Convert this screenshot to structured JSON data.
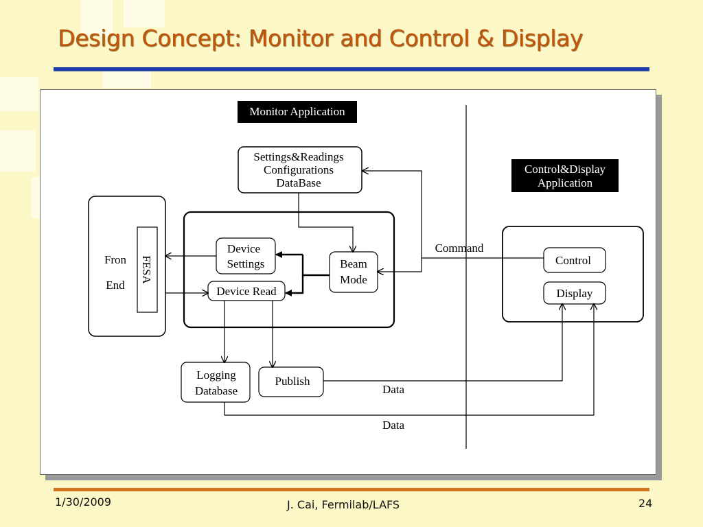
{
  "slide": {
    "title": "Design Concept: Monitor and Control & Display",
    "footer_date": "1/30/2009",
    "footer_author": "J. Cai, Fermilab/LAFS",
    "page_number": "24",
    "colors": {
      "background": "#fbf7c6",
      "title": "#c0560d",
      "top_rule": "#1f3ea8",
      "bottom_rule": "#d2731f"
    }
  },
  "diagram": {
    "monitor_application_label": "Monitor Application",
    "control_display_application_label": [
      "Control&Display",
      "Application"
    ],
    "settings_db": [
      "Settings&Readings",
      "Configurations",
      "DataBase"
    ],
    "front_end": [
      "Fron",
      "End"
    ],
    "fesa": "FESA",
    "device_settings": [
      "Device",
      "Settings"
    ],
    "device_read": "Device Read",
    "beam_mode": [
      "Beam",
      "Mode"
    ],
    "command": "Command",
    "control": "Control",
    "display": "Display",
    "logging_database": [
      "Logging",
      "Database"
    ],
    "publish": "Publish",
    "data_publish": "Data",
    "data_logging": "Data"
  }
}
